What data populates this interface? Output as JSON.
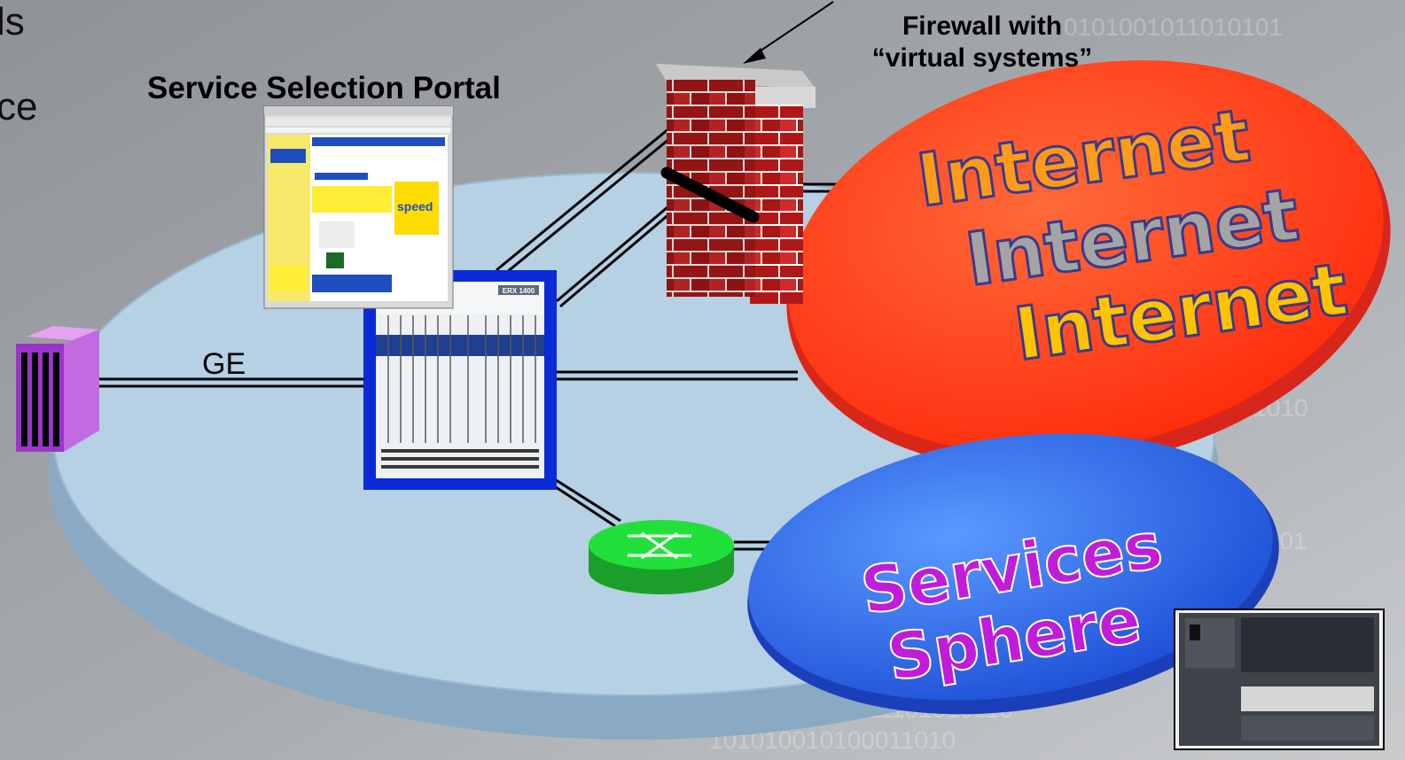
{
  "firewall_label": {
    "line1": "Firewall with",
    "line2": "“virtual systems”"
  },
  "portal_title": "Service Selection Portal",
  "link_label": "GE",
  "left_text_fragments": [
    "ls",
    "ce"
  ],
  "clouds": {
    "internet": [
      "Internet",
      "Internet",
      "Internet"
    ],
    "services": [
      "Services",
      "Sphere"
    ]
  },
  "router_panel_text": "ERX 1400",
  "colors": {
    "background": "#9fa3a8",
    "disk": "#b9d3e6",
    "internet_cloud": "#ff3a1c",
    "internet_text": [
      "#ff9a1a",
      "#a4a4a4",
      "#ffc300"
    ],
    "services_cloud": "#2f6fe8",
    "services_text": "#c21bd9",
    "router_frame": "#0a2bd6",
    "switch": "#22cc33",
    "firewall_brick": "#cc2222"
  },
  "icons": [
    "firewall-icon",
    "server-icon",
    "router-chassis-icon",
    "switch-icon",
    "server-appliance-icon",
    "browser-screenshot-icon"
  ]
}
